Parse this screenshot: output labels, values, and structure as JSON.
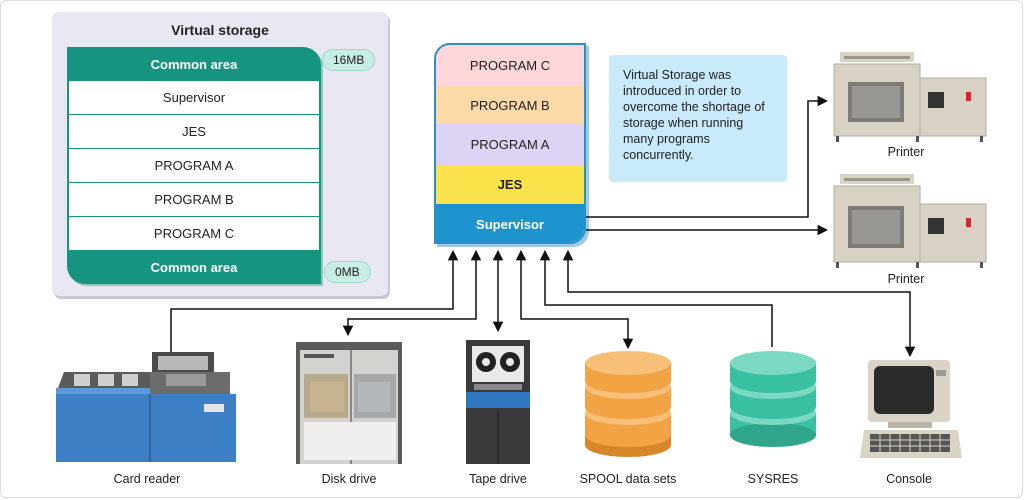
{
  "virtual_storage": {
    "title": "Virtual storage",
    "rows": [
      "Common area",
      "Supervisor",
      "JES",
      "PROGRAM A",
      "PROGRAM B",
      "PROGRAM C",
      "Common area"
    ],
    "top_address": "16MB",
    "bottom_address": "0MB"
  },
  "real_storage": {
    "rows": [
      "PROGRAM C",
      "PROGRAM B",
      "PROGRAM A",
      "JES",
      "Supervisor"
    ]
  },
  "note": "Virtual Storage was introduced in order to overcome the shortage of storage when running many programs concurrently.",
  "devices": {
    "printer_1": "Printer",
    "printer_2": "Printer",
    "card_reader": "Card reader",
    "disk_drive": "Disk drive",
    "tape_drive": "Tape drive",
    "spool": "SPOOL data sets",
    "sysres": "SYSRES",
    "console": "Console"
  },
  "colors": {
    "teal": "#17947f",
    "program_c": "#fcd6d8",
    "program_b": "#fcd9a6",
    "program_a": "#ddd4f5",
    "jes": "#fae34a",
    "supervisor": "#1e94cf",
    "spool": "#f2a344",
    "sysres": "#39c0a2",
    "note_bg": "#c8eafb"
  }
}
